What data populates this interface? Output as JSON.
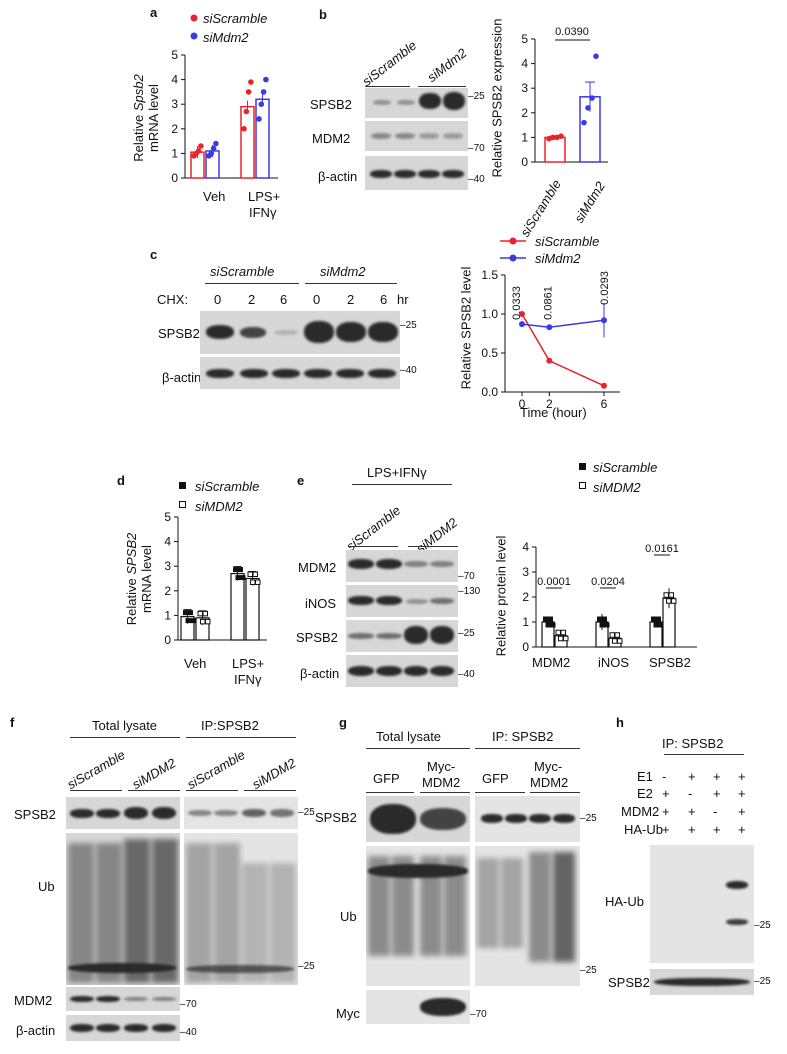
{
  "panel_a": {
    "label": "a",
    "ylabel_prefix": "Relative ",
    "ylabel_gene": "Spsb2",
    "ylabel_suffix": "mRNA level",
    "yticks": [
      "0",
      "1",
      "2",
      "3",
      "4",
      "5"
    ],
    "legend": [
      "siScramble",
      "siMdm2"
    ],
    "xcats": [
      "Veh",
      "LPS+",
      "IFNγ"
    ]
  },
  "panel_b": {
    "label": "b",
    "lanes": [
      "siScramble",
      "siMdm2"
    ],
    "rows": [
      "SPSB2",
      "MDM2",
      "β-actin"
    ],
    "markers": [
      "25",
      "70",
      "40"
    ],
    "ylabel": "Relative SPSB2 expression",
    "yticks": [
      "0",
      "1",
      "2",
      "3",
      "4",
      "5"
    ],
    "p": "0.0390",
    "xcats": [
      "siScramble",
      "siMdm2"
    ]
  },
  "panel_c": {
    "label": "c",
    "groups": [
      "siScramble",
      "siMdm2"
    ],
    "chx": "CHX:",
    "times": [
      "0",
      "2",
      "6",
      "0",
      "2",
      "6"
    ],
    "unit": "hr",
    "rows": [
      "SPSB2",
      "β-actin"
    ],
    "markers": [
      "25",
      "40"
    ],
    "legend": [
      "siScramble",
      "siMdm2"
    ],
    "ylabel": "Relative SPSB2 level",
    "xlabel": "Time (hour)",
    "yticks": [
      "0.0",
      "0.5",
      "1.0",
      "1.5"
    ],
    "xticks": [
      "0",
      "2",
      "6"
    ],
    "pvals": [
      "0.0333",
      "0.0861",
      "0.0293"
    ]
  },
  "panel_d": {
    "label": "d",
    "ylabel_prefix": "Relative ",
    "ylabel_gene": "SPSB2",
    "ylabel_suffix": "mRNA level",
    "yticks": [
      "0",
      "1",
      "2",
      "3",
      "4",
      "5"
    ],
    "legend": [
      "siScramble",
      "siMDM2"
    ],
    "xcats": [
      "Veh",
      "LPS+",
      "IFNγ"
    ]
  },
  "panel_e": {
    "label": "e",
    "treatment": "LPS+IFNγ",
    "lanes": [
      "siScramble",
      "siMDM2"
    ],
    "rows": [
      "MDM2",
      "iNOS",
      "SPSB2",
      "β-actin"
    ],
    "markers": [
      "70",
      "130",
      "25",
      "40"
    ],
    "legend": [
      "siScramble",
      "siMDM2"
    ],
    "ylabel": "Relative protein level",
    "yticks": [
      "0",
      "1",
      "2",
      "3",
      "4"
    ],
    "xcats": [
      "MDM2",
      "iNOS",
      "SPSB2"
    ],
    "pvals": [
      "0.0001",
      "0.0204",
      "0.0161"
    ]
  },
  "panel_f": {
    "label": "f",
    "headers": [
      "Total lysate",
      "IP:SPSB2"
    ],
    "lanes": [
      "siScramble",
      "siMDM2",
      "siScramble",
      "siMDM2"
    ],
    "rows": [
      "SPSB2",
      "Ub",
      "MDM2",
      "β-actin"
    ],
    "markers": [
      "25",
      "25",
      "70",
      "40"
    ]
  },
  "panel_g": {
    "label": "g",
    "headers": [
      "Total lysate",
      "IP: SPSB2"
    ],
    "lanes": [
      "GFP",
      "Myc-",
      "MDM2",
      "GFP",
      "Myc-",
      "MDM2"
    ],
    "rows": [
      "SPSB2",
      "Ub",
      "Myc"
    ],
    "markers": [
      "25",
      "25",
      "70"
    ]
  },
  "panel_h": {
    "label": "h",
    "header": "IP: SPSB2",
    "conditions": [
      "E1",
      "E2",
      "MDM2",
      "HA-Ub"
    ],
    "signs": [
      [
        "-",
        "+",
        "+",
        "+"
      ],
      [
        "+",
        "-",
        "+",
        "+"
      ],
      [
        "+",
        "+",
        "-",
        "+"
      ],
      [
        "+",
        "+",
        "+",
        "+"
      ]
    ],
    "rows": [
      "HA-Ub",
      "SPSB2"
    ],
    "markers": [
      "25",
      "25"
    ]
  },
  "chart_data": [
    {
      "type": "bar",
      "panel": "a",
      "categories": [
        "Veh",
        "LPS+IFNγ"
      ],
      "series": [
        {
          "name": "siScramble",
          "values": [
            1.05,
            2.9
          ],
          "color": "#e8242a",
          "points": [
            [
              0.9,
              1.0,
              1.1,
              1.3
            ],
            [
              2.0,
              2.7,
              3.5,
              3.9
            ]
          ]
        },
        {
          "name": "siMdm2",
          "values": [
            1.1,
            3.2
          ],
          "color": "#3a3ae6",
          "points": [
            [
              0.9,
              1.0,
              1.2,
              1.4
            ],
            [
              2.4,
              3.0,
              3.5,
              4.0
            ]
          ]
        }
      ],
      "ylabel": "Relative Spsb2 mRNA level",
      "ylim": [
        0,
        5
      ]
    },
    {
      "type": "bar",
      "panel": "b",
      "categories": [
        "siScramble",
        "siMdm2"
      ],
      "values": [
        1.0,
        2.65
      ],
      "errors": [
        0.05,
        0.6
      ],
      "points": [
        [
          0.95,
          1.0,
          1.0,
          1.05
        ],
        [
          1.6,
          2.2,
          2.6,
          4.3
        ]
      ],
      "ylabel": "Relative SPSB2 expression",
      "ylim": [
        0,
        5
      ],
      "p": "0.0390"
    },
    {
      "type": "line",
      "panel": "c",
      "x": [
        0,
        2,
        6
      ],
      "series": [
        {
          "name": "siScramble",
          "values": [
            1.0,
            0.4,
            0.08
          ],
          "color": "#e8242a"
        },
        {
          "name": "siMdm2",
          "values": [
            0.87,
            0.83,
            0.92
          ],
          "errors": [
            0.02,
            0.02,
            0.22
          ],
          "color": "#3a3ae6"
        }
      ],
      "xlabel": "Time (hour)",
      "ylabel": "Relative SPSB2 level",
      "ylim": [
        0,
        1.5
      ]
    },
    {
      "type": "bar",
      "panel": "d",
      "categories": [
        "Veh",
        "LPS+IFNγ"
      ],
      "series": [
        {
          "name": "siScramble",
          "values": [
            0.95,
            2.7
          ],
          "fill": "#ffffff"
        },
        {
          "name": "siMDM2",
          "values": [
            0.9,
            2.5
          ],
          "fill": "#ffffff"
        }
      ],
      "ylabel": "Relative SPSB2 mRNA level",
      "ylim": [
        0,
        5
      ]
    },
    {
      "type": "bar",
      "panel": "e",
      "categories": [
        "MDM2",
        "iNOS",
        "SPSB2"
      ],
      "series": [
        {
          "name": "siScramble",
          "values": [
            1.0,
            1.0,
            1.0
          ]
        },
        {
          "name": "siMDM2",
          "values": [
            0.45,
            0.35,
            1.95
          ]
        }
      ],
      "ylabel": "Relative protein level",
      "ylim": [
        0,
        4
      ],
      "pvals": [
        "0.0001",
        "0.0204",
        "0.0161"
      ]
    }
  ]
}
